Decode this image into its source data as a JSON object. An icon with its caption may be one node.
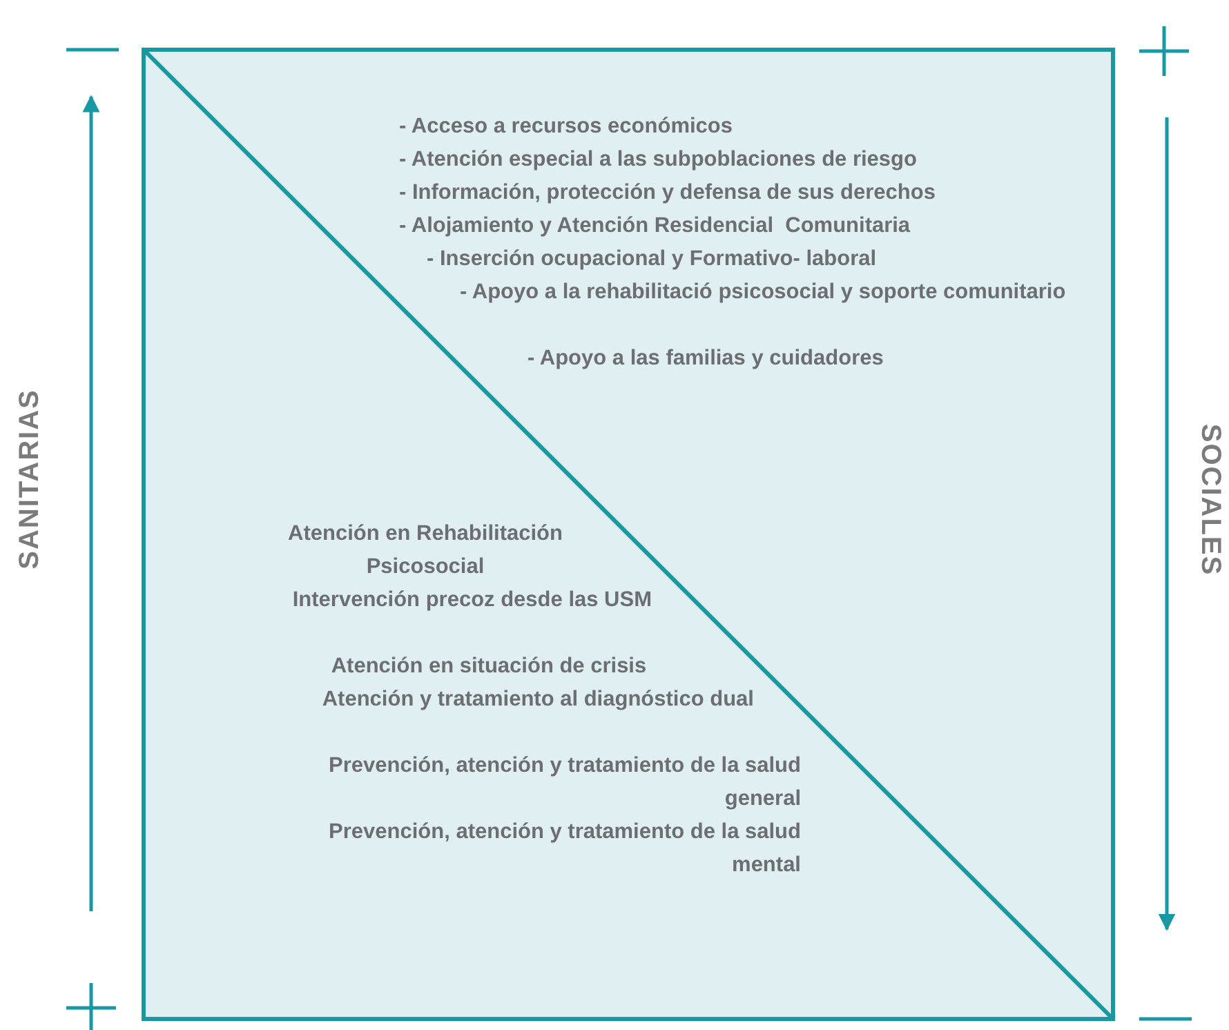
{
  "diagram": {
    "nodes": [
      {
        "text": [
          "- Acceso a recursos económicos",
          "- Atención especial a las subpoblaciones de riesgo",
          "- Información, protección y defensa de sus derechos",
          "- Alojamiento y Atención Residencial  Comunitaria",
          "- Inserción ocupacional y Formativo- laboral",
          "- Apoyo a la rehabilitació psicosocial y soporte comunitario",
          "- Apoyo a las familias y cuidadores"
        ]
      },
      {
        "text": [
          "Atención en Rehabilitación Psicosocial",
          "Intervención precoz desde las USM",
          "Atención en situación de crisis",
          "Atención y tratamiento al diagnóstico dual",
          "Prevención, atención y tratamiento de la salud general",
          "Prevención, atención y tratamiento de la salud mental"
        ]
      }
    ],
    "labels": [
      "SANITARIAS",
      "SOCIALES"
    ]
  }
}
